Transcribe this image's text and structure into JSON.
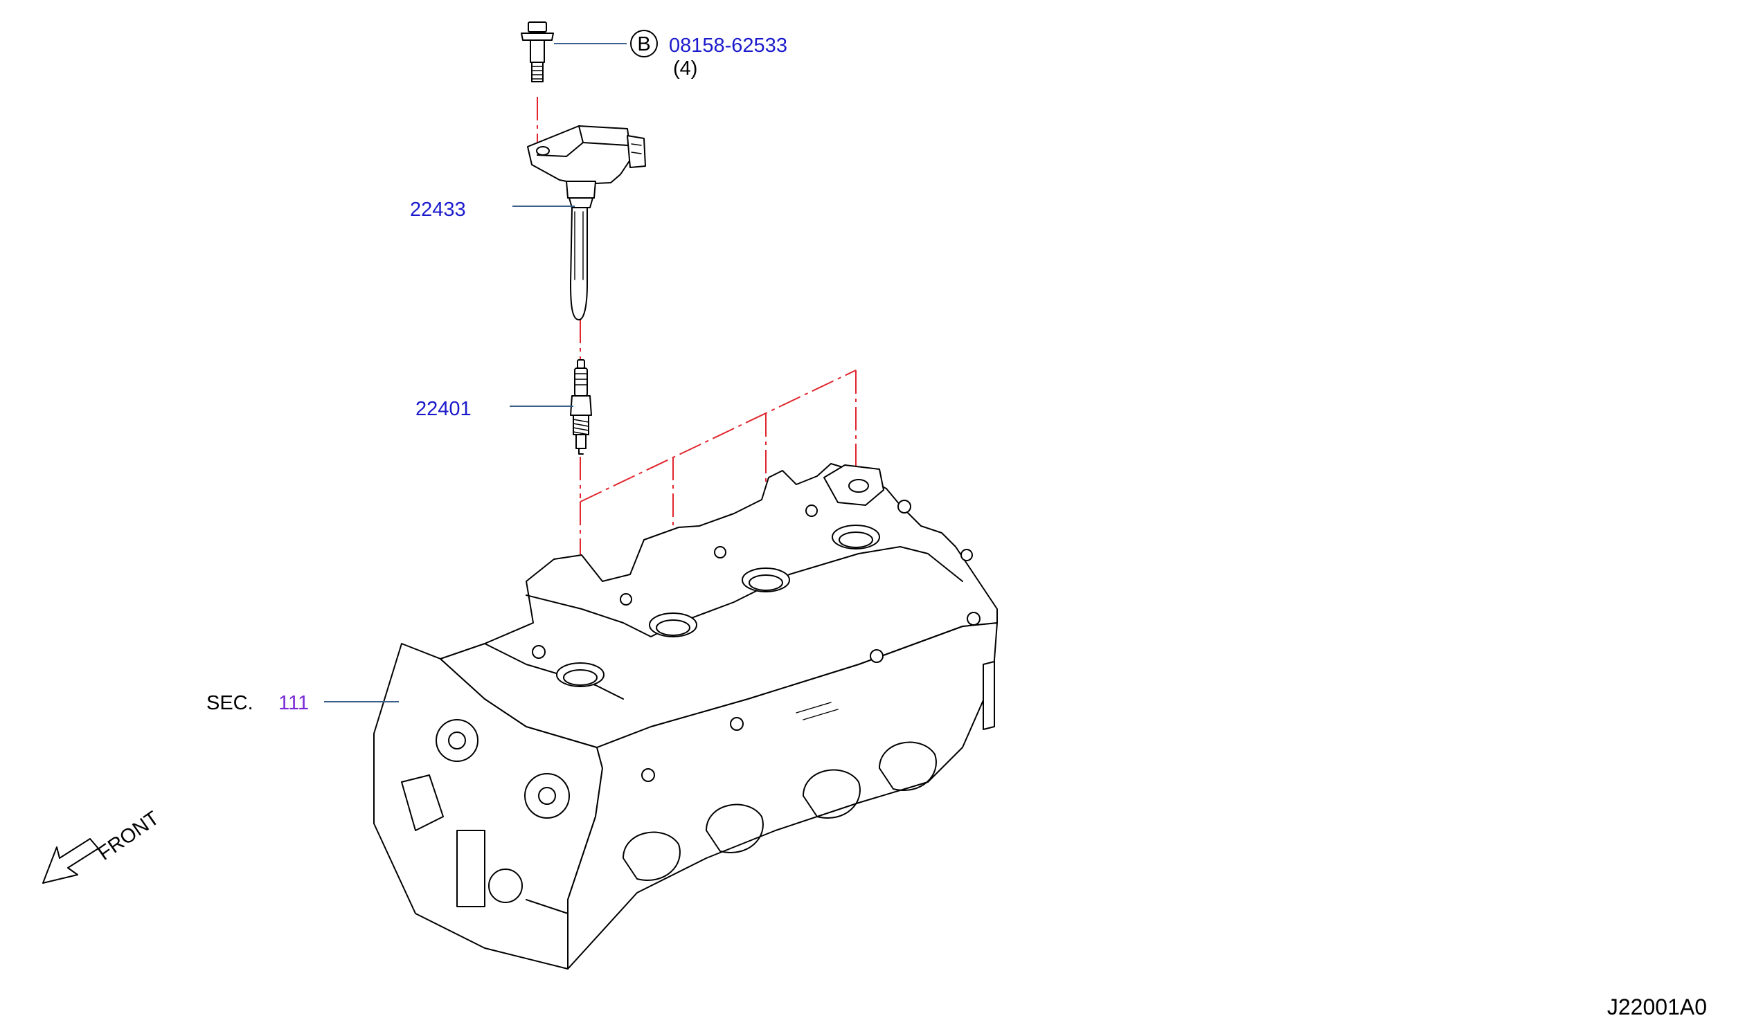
{
  "diagram": {
    "callouts": {
      "bolt": {
        "circle_letter": "B",
        "part_number": "08158-62533",
        "quantity": "(4)"
      },
      "ignition_coil": {
        "part_number": "22433"
      },
      "spark_plug": {
        "part_number": "22401"
      },
      "cylinder_head": {
        "prefix": "SEC.",
        "section_number": "111"
      }
    },
    "front_indicator": "FRONT",
    "figure_code": "J22001A0",
    "colors": {
      "part_number": "#1a1acc",
      "section_reference": "#7a2ad6",
      "leader_line": "#3a5f8a",
      "center_line": "#e0262e",
      "drawing_ink": "#000000"
    }
  }
}
